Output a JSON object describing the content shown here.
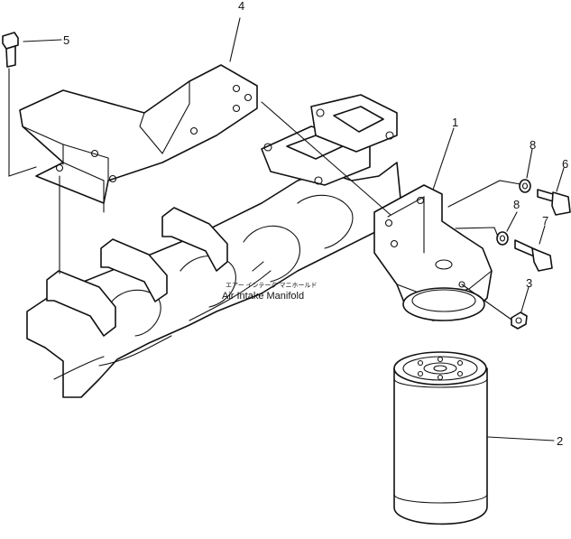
{
  "callouts": {
    "c1": "1",
    "c2": "2",
    "c3": "3",
    "c4": "4",
    "c5": "5",
    "c6": "6",
    "c7": "7",
    "c8a": "8",
    "c8b": "8"
  },
  "manifold_label": {
    "japanese": "エアー インテーク マニホールド",
    "english": "Air Intake Manifold"
  }
}
